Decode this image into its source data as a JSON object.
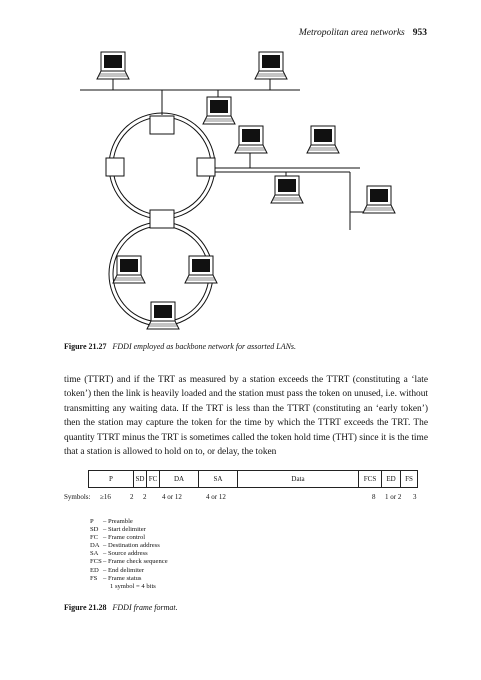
{
  "header": {
    "title": "Metropolitan area networks",
    "page": "953"
  },
  "figure1": {
    "label": "Figure 21.27",
    "caption": "FDDI employed as backbone network for assorted LANs."
  },
  "body_text": "time (TTRT) and if the TRT as measured by a station exceeds the TTRT (constituting a ‘late token’) then the link is heavily loaded and the station must pass the token on unused, i.e. without transmitting any waiting data. If the TRT is less than the TTRT (constituting an ‘early token’) then the station may capture the token for the time by which the TTRT exceeds the TRT. The quantity TTRT minus the TRT is sometimes called the token hold time (THT) since it is the time that a station is allowed to hold on to, or delay, the token",
  "frame": {
    "fields": [
      "P",
      "SD",
      "FC",
      "DA",
      "SA",
      "Data",
      "FCS",
      "ED",
      "FS"
    ],
    "symbols_label": "Symbols:",
    "symbols": [
      "≥16",
      "2",
      "2",
      "4 or 12",
      "4 or 12",
      "8",
      "1 or 2",
      "3"
    ]
  },
  "legend": [
    {
      "abbr": "P",
      "text": "– Preamble"
    },
    {
      "abbr": "SD",
      "text": "– Start delimiter"
    },
    {
      "abbr": "FC",
      "text": "– Frame control"
    },
    {
      "abbr": "DA",
      "text": "– Destination address"
    },
    {
      "abbr": "SA",
      "text": "– Source address"
    },
    {
      "abbr": "FCS",
      "text": "– Frame check sequence"
    },
    {
      "abbr": "ED",
      "text": "– End delimiter"
    },
    {
      "abbr": "FS",
      "text": "– Frame status"
    }
  ],
  "legend_note": "1 symbol = 4 bits",
  "figure2": {
    "label": "Figure 21.28",
    "caption": "FDDI frame format."
  }
}
